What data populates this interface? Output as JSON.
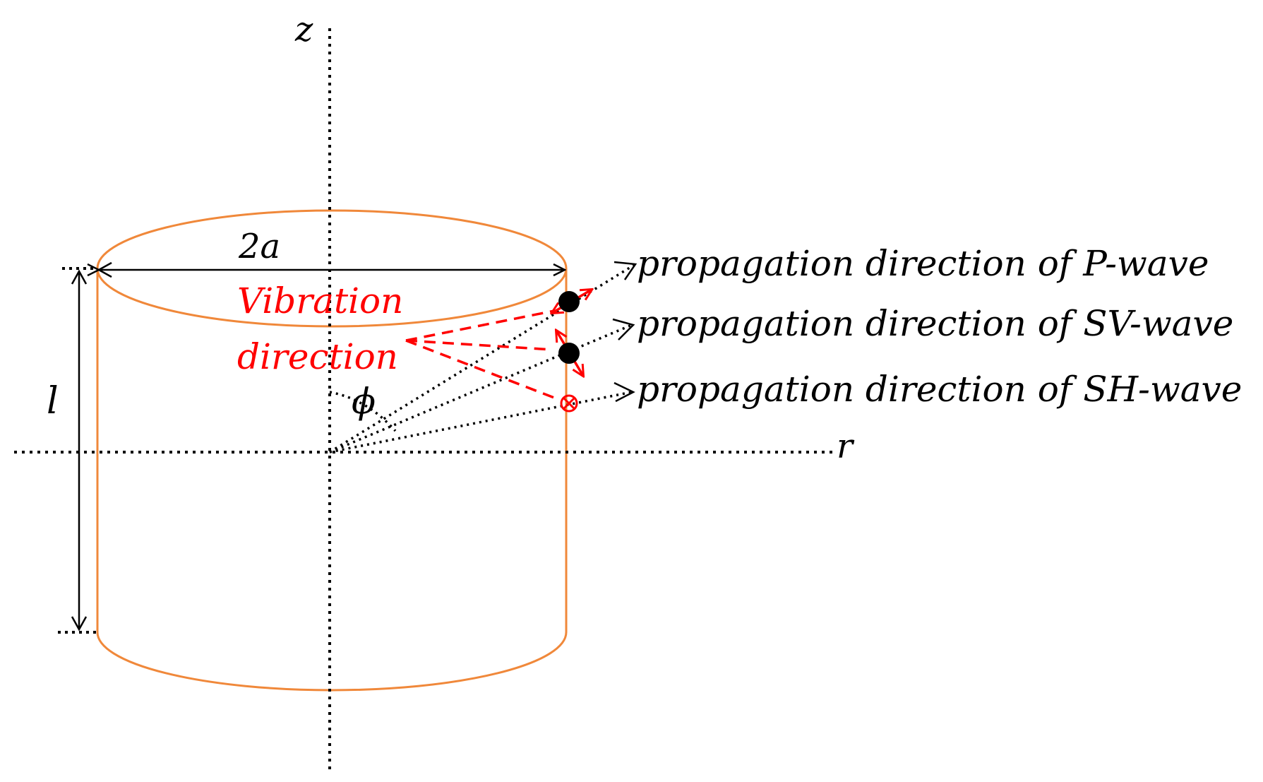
{
  "labels": {
    "axis_z": "z",
    "axis_r": "r",
    "diameter": "2a",
    "length": "l",
    "angle": "ϕ",
    "vibration_line1": "Vibration",
    "vibration_line2": "direction"
  },
  "waves": [
    {
      "label": "propagation direction of P-wave",
      "marker": "filled-dot"
    },
    {
      "label": "propagation direction of SV-wave",
      "marker": "filled-dot"
    },
    {
      "label": "propagation direction of SH-wave",
      "marker": "circled-cross"
    }
  ],
  "colors": {
    "cylinder": "#f0883a",
    "vibration": "#ff0000",
    "axes": "#000000"
  }
}
